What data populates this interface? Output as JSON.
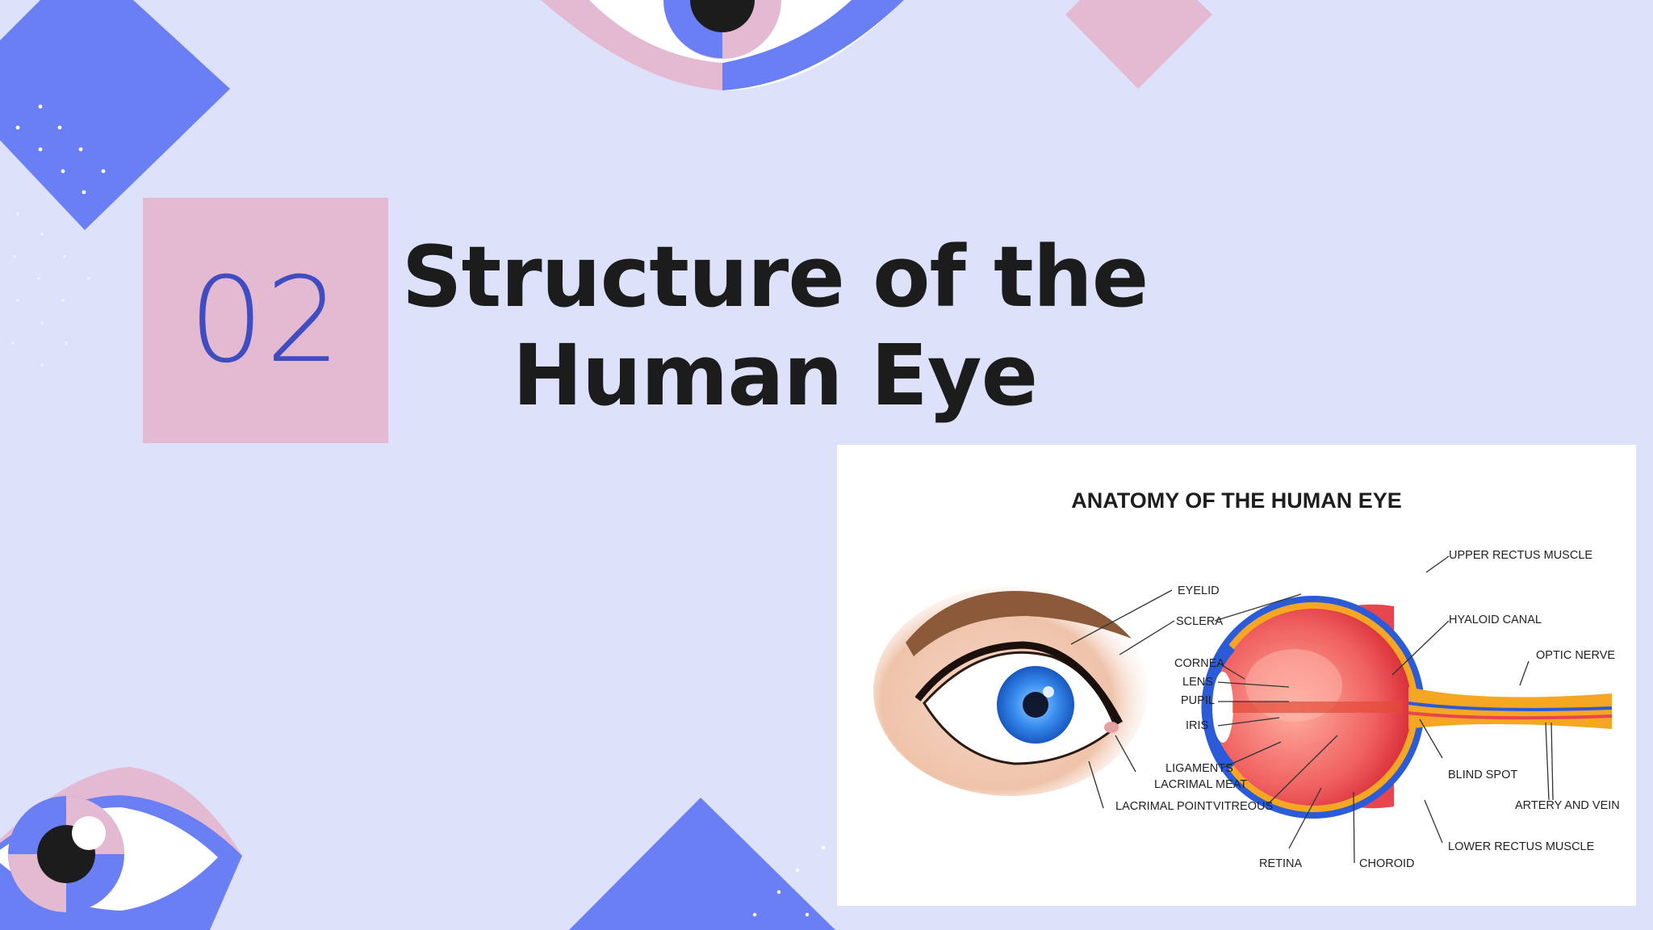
{
  "slide": {
    "number": "02",
    "title_line1": "Structure of the",
    "title_line2": "Human Eye"
  },
  "diagram": {
    "title": "ANATOMY OF THE HUMAN EYE",
    "labels": {
      "eyelid": "EYELID",
      "sclera": "SCLERA",
      "cornea": "CORNEA",
      "lens": "LENS",
      "pupil": "PUPIL",
      "iris": "IRIS",
      "ligaments": "LIGAMENTS",
      "lacrimal_meat": "LACRIMAL MEAT",
      "lacrimal_point": "LACRIMAL POINT",
      "vitreous": "VITREOUS",
      "retina": "RETINA",
      "choroid": "CHOROID",
      "upper_rectus_muscle": "UPPER RECTUS MUSCLE",
      "hyaloid_canal": "HYALOID CANAL",
      "optic_nerve": "OPTIC NERVE",
      "blind_spot": "BLIND SPOT",
      "artery_and_vein": "ARTERY AND VEIN",
      "lower_rectus_muscle": "LOWER RECTUS MUSCLE"
    }
  },
  "colors": {
    "background": "#dde1fa",
    "accent_blue": "#6b7ff5",
    "accent_pink": "#e3bad2",
    "number_color": "#3f4dc0",
    "title_color": "#1c1c1c"
  }
}
